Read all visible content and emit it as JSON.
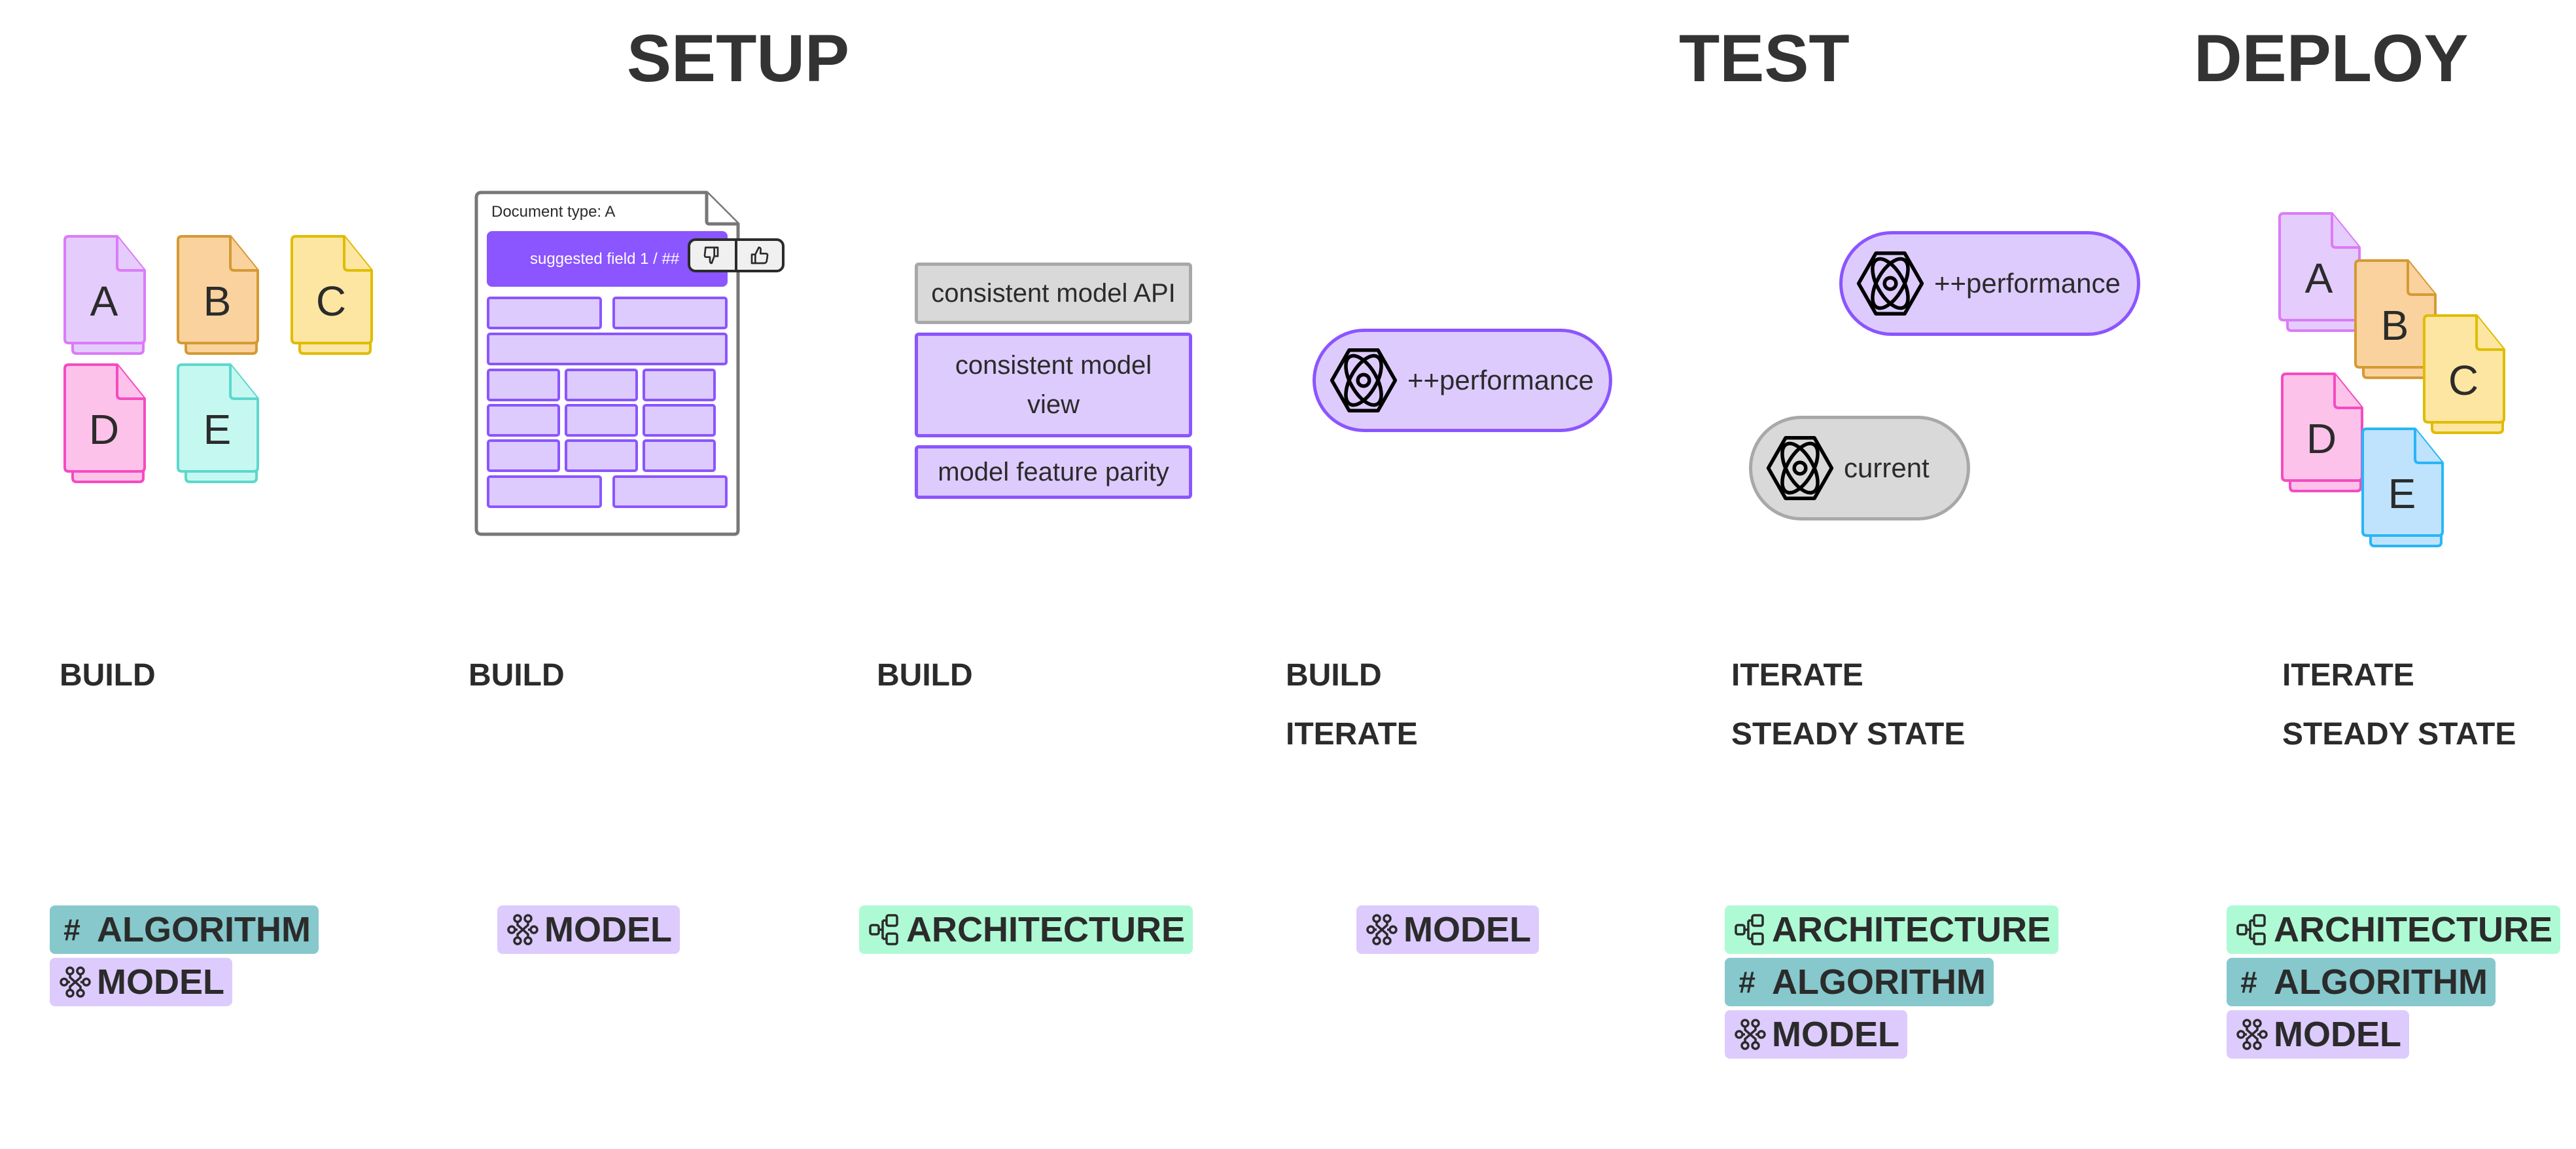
{
  "phases": [
    {
      "id": "setup",
      "title": "SETUP"
    },
    {
      "id": "test",
      "title": "TEST"
    },
    {
      "id": "deploy",
      "title": "DEPLOY"
    }
  ],
  "columns": [
    {
      "stages": [
        "BUILD"
      ],
      "visual": "documents-grid",
      "files": [
        "A",
        "B",
        "C",
        "D",
        "E"
      ],
      "tags": [
        "ALGORITHM",
        "MODEL"
      ]
    },
    {
      "stages": [
        "BUILD"
      ],
      "visual": "document-form",
      "document": {
        "type_label": "Document type: A",
        "suggested_field": "suggested field 1 / ##",
        "feedback": [
          "thumbs-down-icon",
          "thumbs-up-icon"
        ]
      },
      "tags": [
        "MODEL"
      ]
    },
    {
      "stages": [
        "BUILD"
      ],
      "visual": "model-boxes",
      "boxes": [
        "consistent model API",
        "consistent model view",
        "model feature parity"
      ],
      "tags": [
        "ARCHITECTURE"
      ]
    },
    {
      "stages": [
        "BUILD",
        "ITERATE"
      ],
      "visual": "performance-pill",
      "pills": [
        "++performance"
      ],
      "tags": [
        "MODEL"
      ]
    },
    {
      "stages": [
        "ITERATE",
        "STEADY STATE"
      ],
      "visual": "comparison-pills",
      "pills": [
        "++performance",
        "current"
      ],
      "tags": [
        "ARCHITECTURE",
        "ALGORITHM",
        "MODEL"
      ]
    },
    {
      "stages": [
        "ITERATE",
        "STEADY STATE"
      ],
      "visual": "documents-cascade",
      "files": [
        "A",
        "B",
        "C",
        "D",
        "E"
      ],
      "tags": [
        "ARCHITECTURE",
        "ALGORITHM",
        "MODEL"
      ]
    }
  ],
  "tag_types": {
    "ALGORITHM": {
      "icon": "hash-icon",
      "glyph": "#",
      "color": "#86c8cc"
    },
    "MODEL": {
      "icon": "neural-network-icon",
      "color": "#ddcbfe"
    },
    "ARCHITECTURE": {
      "icon": "architecture-diagram-icon",
      "color": "#aefad4"
    }
  },
  "colors": {
    "accent_purple": "#8b55ff",
    "light_purple": "#ddcbfe",
    "gray_fill": "#d9d9d9",
    "gray_border": "#a8a8a8",
    "file_A": {
      "fill": "#e4ccfd",
      "stroke": "#dc7bf7"
    },
    "file_B": {
      "fill": "#fad29e",
      "stroke": "#d49a34"
    },
    "file_C": {
      "fill": "#fde6a2",
      "stroke": "#e0bc00"
    },
    "file_D": {
      "fill": "#fdc2ea",
      "stroke": "#f54bc1"
    },
    "file_E_setup": {
      "fill": "#c6f8f2",
      "stroke": "#5cd8cc"
    },
    "file_E_deploy": {
      "fill": "#bfe3fd",
      "stroke": "#29b6f6"
    }
  }
}
